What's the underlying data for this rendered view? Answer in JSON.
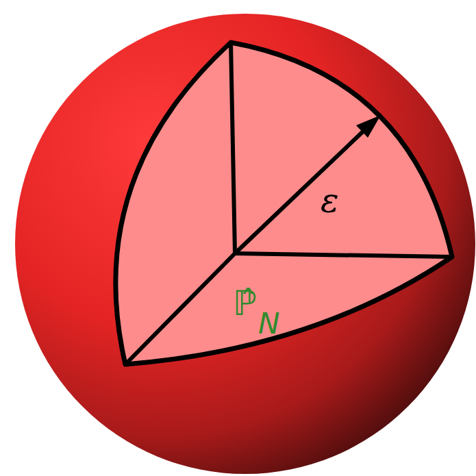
{
  "diagram": {
    "labels": [
      "ε",
      "ℙ̂",
      "N"
    ]
  }
}
